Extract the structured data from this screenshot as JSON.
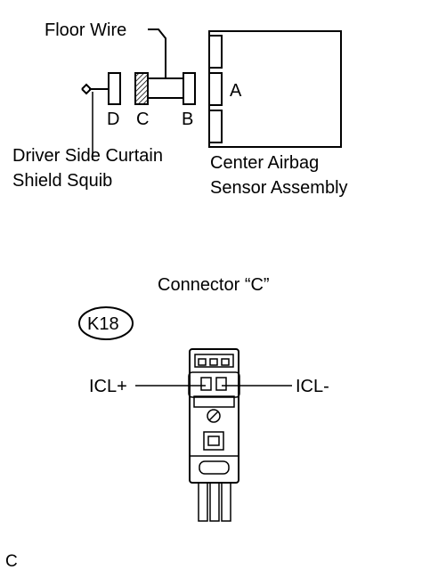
{
  "labels": {
    "floor_wire": "Floor Wire",
    "connector_d": "D",
    "connector_c": "C",
    "connector_b": "B",
    "connector_a": "A",
    "squib_line1": "Driver Side Curtain",
    "squib_line2": "Shield Squib",
    "sensor_line1": "Center Airbag",
    "sensor_line2": "Sensor Assembly",
    "connector_title": "Connector “C”",
    "connector_code": "K18",
    "pin_left": "ICL+",
    "pin_right": "ICL-",
    "figure_code": "C"
  },
  "icons": {
    "screw": "circle-slash",
    "hatch": "diagonal-hatch"
  }
}
